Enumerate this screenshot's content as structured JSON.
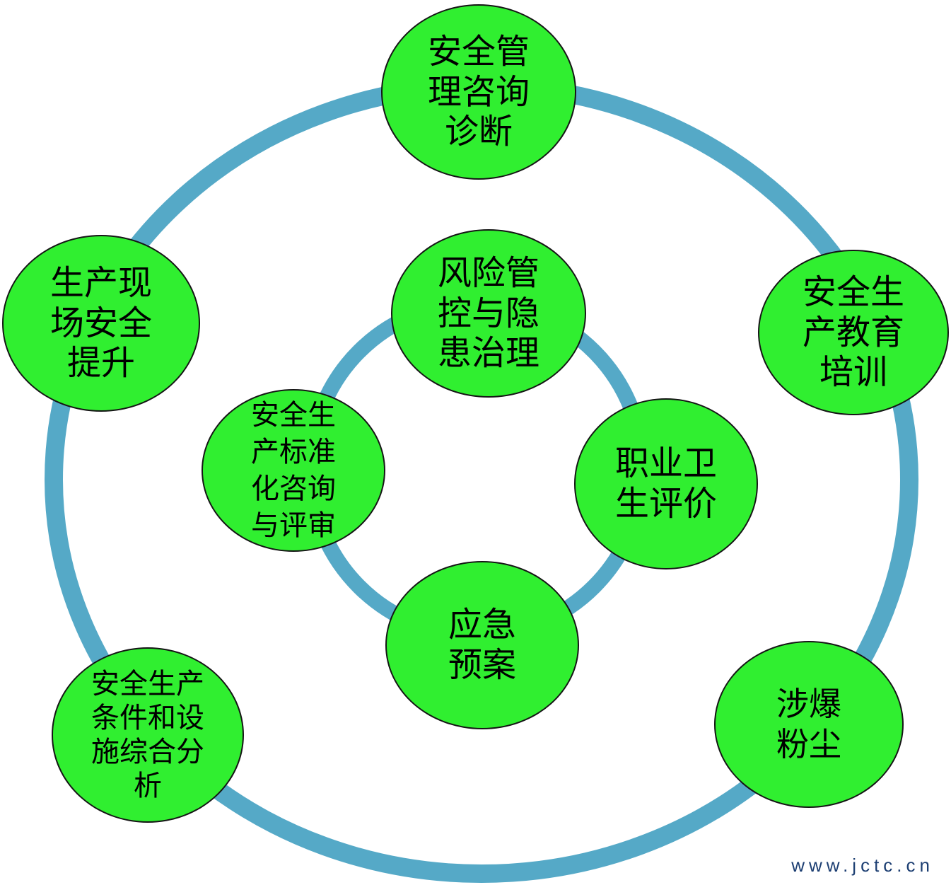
{
  "colors": {
    "ring": "#55a9c7",
    "node_fill": "#30ef30",
    "node_border": "#151515",
    "text": "#000000",
    "watermark": "#1c3e72"
  },
  "diagram": {
    "type": "circular-relationship-diagram",
    "rings": [
      "outer-ring",
      "inner-ring"
    ]
  },
  "nodes": [
    {
      "id": "safety-management-consulting-diagnosis",
      "ring": "outer",
      "position": "top",
      "label": "安全管理咨询诊断",
      "lines": [
        "安全管",
        "理咨询",
        "诊断"
      ]
    },
    {
      "id": "production-site-safety-improvement",
      "ring": "outer",
      "position": "left",
      "label": "生产现场安全提升",
      "lines": [
        "生产现",
        "场安全",
        "提升"
      ]
    },
    {
      "id": "work-safety-education-training",
      "ring": "outer",
      "position": "right",
      "label": "安全生产教育培训",
      "lines": [
        "安全生",
        "产教育",
        "培训"
      ]
    },
    {
      "id": "risk-control-hidden-danger-treatment",
      "ring": "inner",
      "position": "top",
      "label": "风险管控与隐患治理",
      "lines": [
        "风险管",
        "控与隐",
        "患治理"
      ]
    },
    {
      "id": "work-safety-standardization-consulting-review",
      "ring": "inner",
      "position": "left",
      "label": "安全生产标准化咨询与评审",
      "lines": [
        "安全生",
        "产标准",
        "化咨询",
        "与评审"
      ]
    },
    {
      "id": "occupational-health-evaluation",
      "ring": "inner",
      "position": "right",
      "label": "职业卫生评价",
      "lines": [
        "职业卫",
        "生评价"
      ]
    },
    {
      "id": "emergency-response-plan",
      "ring": "inner",
      "position": "bottom",
      "label": "应急预案",
      "lines": [
        "应急",
        "预案"
      ]
    },
    {
      "id": "work-safety-conditions-facilities-comprehensive-analysis",
      "ring": "outer",
      "position": "bottom-left",
      "label": "安全生产条件和设施综合分析",
      "lines": [
        "安全生产",
        "条件和设",
        "施综合分",
        "析"
      ]
    },
    {
      "id": "explosive-dust",
      "ring": "outer",
      "position": "bottom-right",
      "label": "涉爆粉尘",
      "lines": [
        "涉爆",
        "粉尘"
      ]
    }
  ],
  "watermark": {
    "text": "www.jctc.cn"
  }
}
